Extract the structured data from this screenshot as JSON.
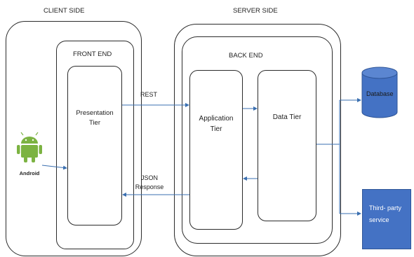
{
  "client": {
    "title": "CLIENT SIDE"
  },
  "server": {
    "title": "SERVER SIDE"
  },
  "frontend": {
    "title": "FRONT END",
    "presentation": [
      "Presentation",
      "Tier"
    ]
  },
  "backend": {
    "title": "BACK END",
    "application": [
      "Application",
      "Tier"
    ],
    "data_tier": "Data Tier"
  },
  "arrows": {
    "rest": "REST",
    "json": [
      "JSON",
      "Response"
    ]
  },
  "android": {
    "label": "Android"
  },
  "database": {
    "label": "Database"
  },
  "third_party": {
    "label": [
      "Third- party",
      "service"
    ]
  },
  "colors": {
    "line": "#3a6fb0",
    "db_fill": "#4472c4",
    "third_fill": "#4472c4",
    "android": "#7cb342"
  }
}
